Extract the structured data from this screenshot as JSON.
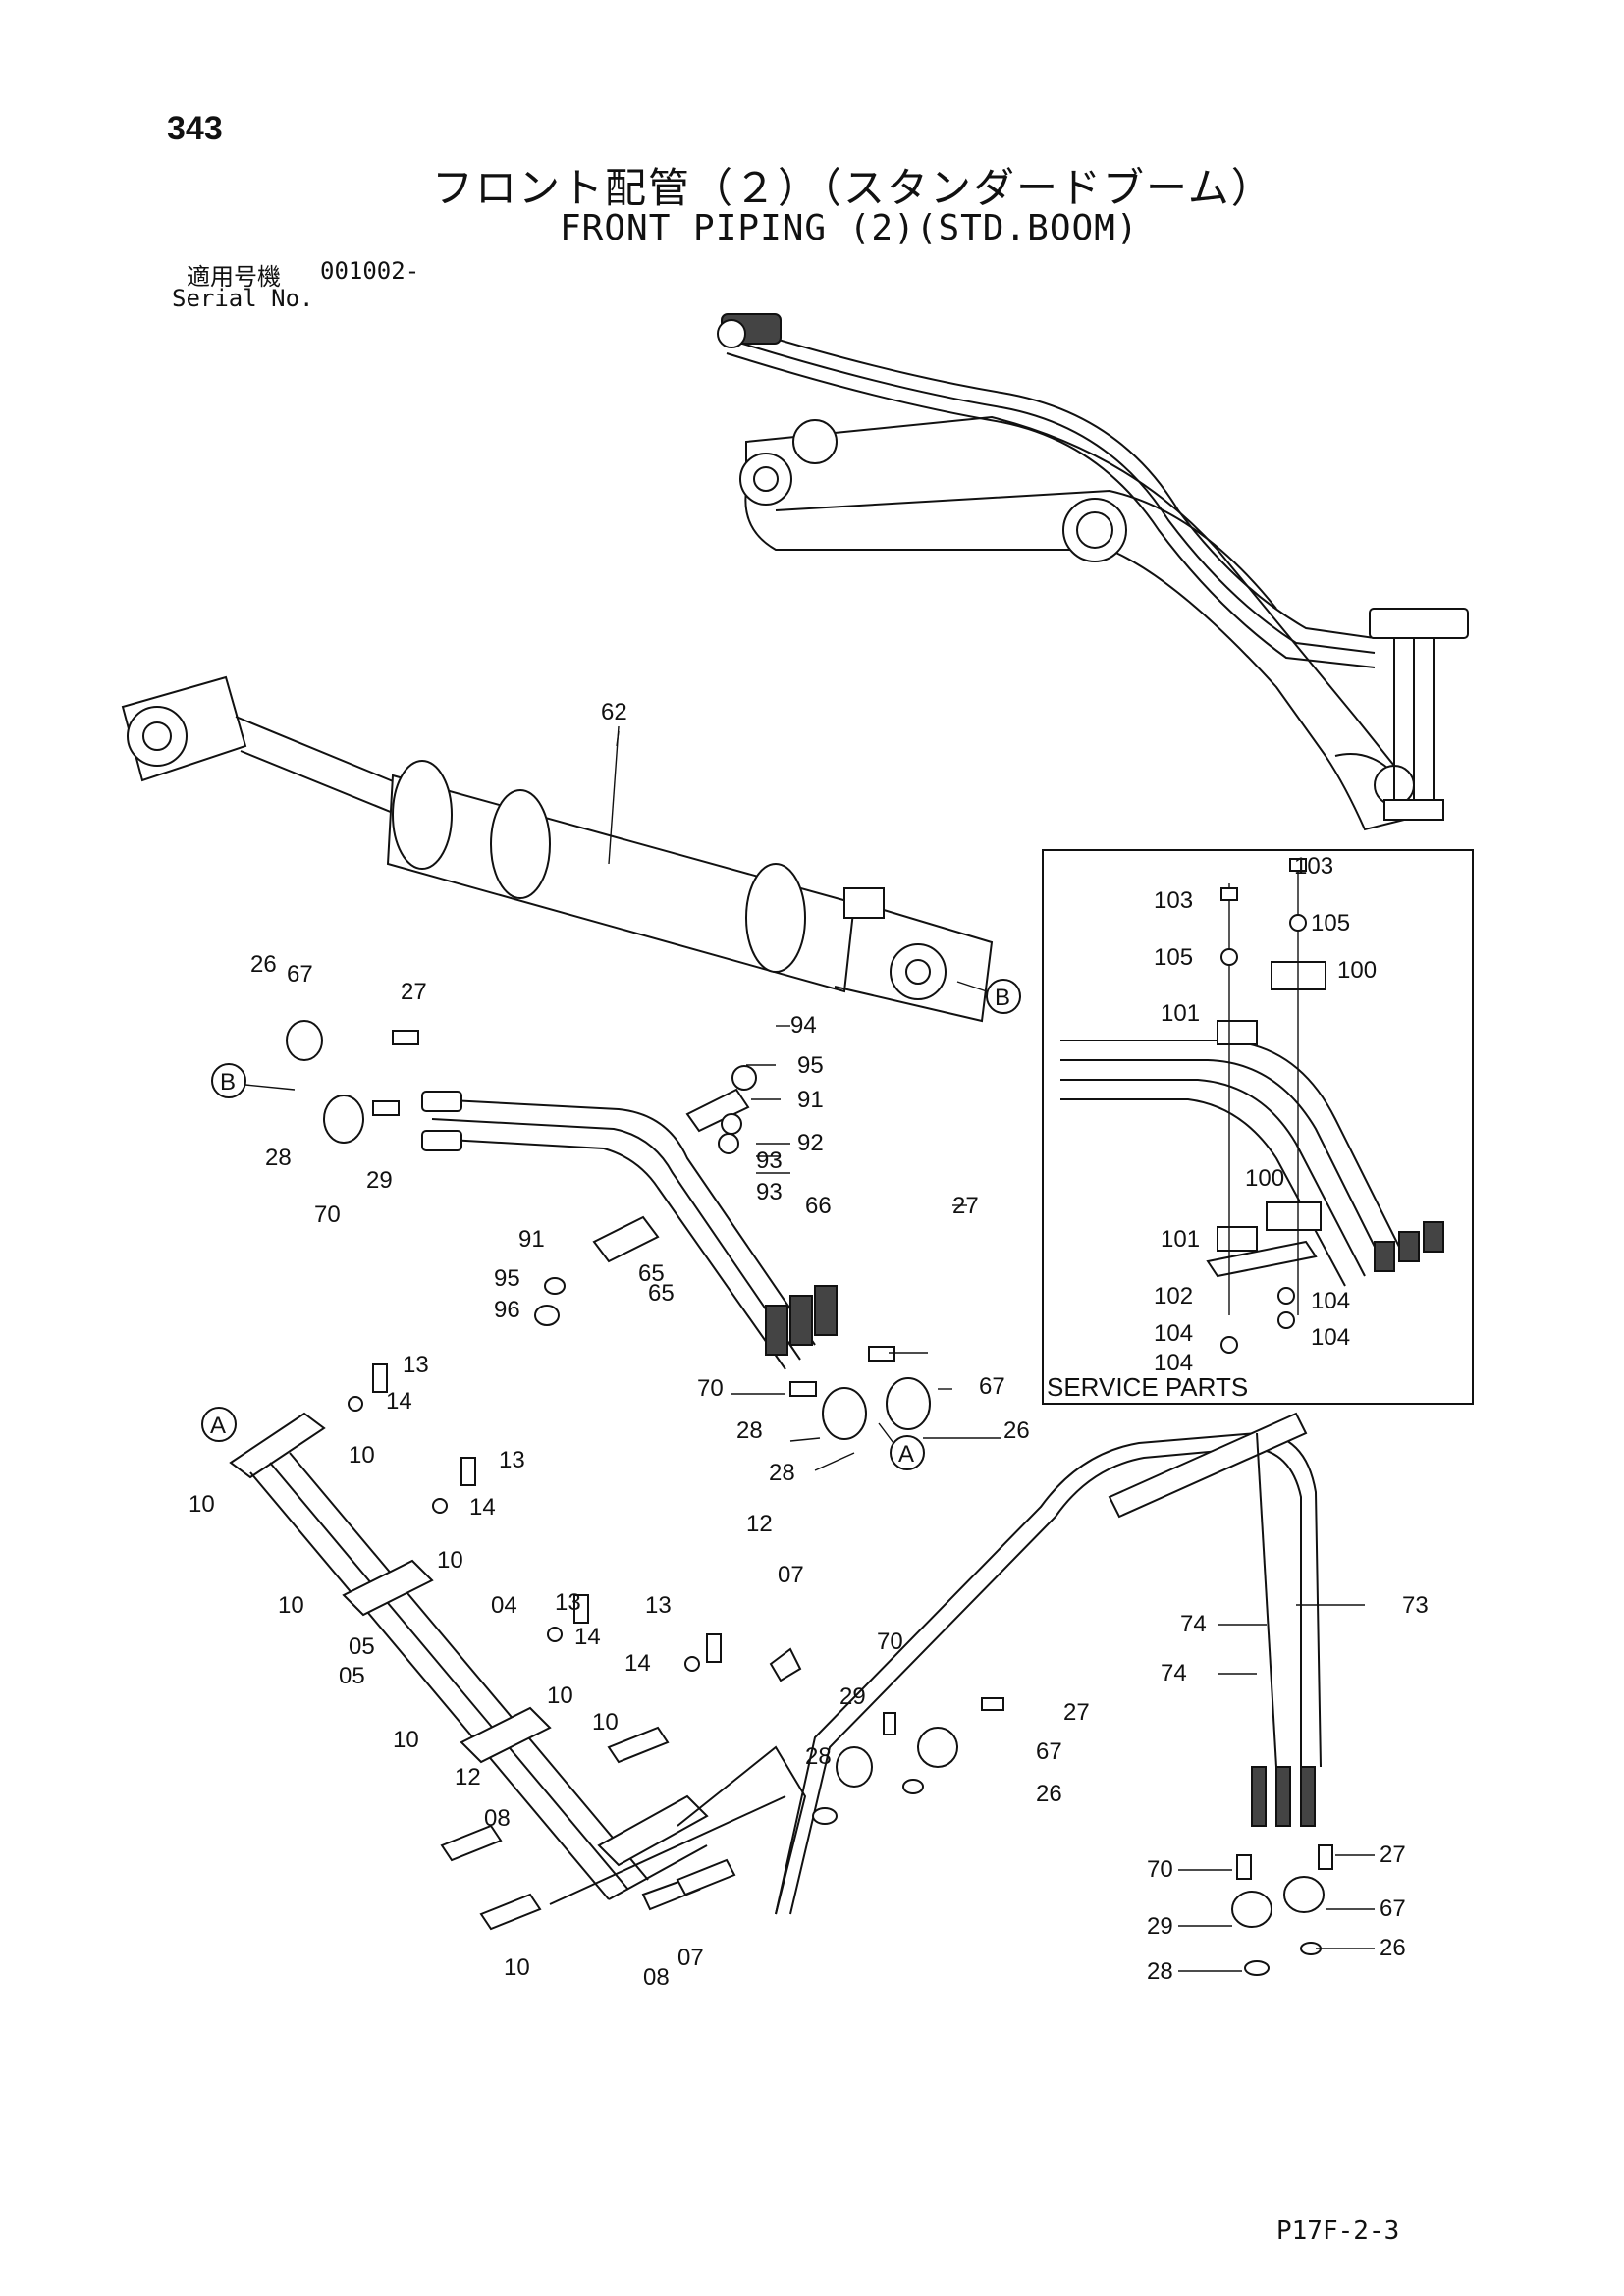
{
  "page_number": "343",
  "title_jp": "フロント配管（２）（スタンダードブーム）",
  "title_en": "FRONT PIPING (2)(STD.BOOM)",
  "serial": {
    "label_jp": "適用号機",
    "value": "001002-",
    "label_en": "Serial No."
  },
  "service_parts_label": "SERVICE PARTS",
  "callout_markers": [
    "A",
    "B"
  ],
  "footer_code": "P17F-2-3",
  "part_labels": [
    "62",
    "26",
    "67",
    "27",
    "94",
    "95",
    "91",
    "92",
    "93",
    "66",
    "28",
    "70",
    "29",
    "96",
    "65",
    "13",
    "14",
    "10",
    "04",
    "05",
    "12",
    "07",
    "08",
    "73",
    "74",
    "100",
    "101",
    "102",
    "103",
    "104",
    "105"
  ]
}
